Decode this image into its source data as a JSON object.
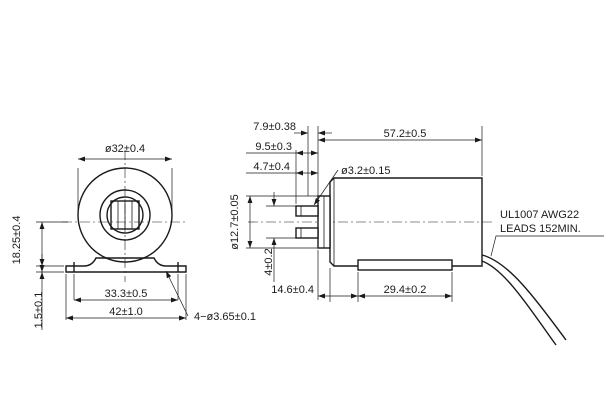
{
  "dimensions": {
    "front": {
      "dia_32": "ø32±0.4",
      "h_18_25": "18.25±0.4",
      "h_1_5": "1.5±0.1",
      "w_33_3": "33.3±0.5",
      "w_42": "42±1.0",
      "holes": "4−ø3.65±0.1"
    },
    "side": {
      "d_7_9": "7.9±0.38",
      "d_9_5": "9.5±0.3",
      "d_4_7": "4.7±0.4",
      "len_57_2": "57.2±0.5",
      "dia_3_2": "ø3.2±0.15",
      "dia_12_7": "ø12.7±0.05",
      "h_4": "4±0.2",
      "d_14_6": "14.6±0.4",
      "d_29_4": "29.4±0.2"
    },
    "leads": {
      "line1": "UL1007  AWG22",
      "line2": "LEADS 152MIN."
    }
  }
}
